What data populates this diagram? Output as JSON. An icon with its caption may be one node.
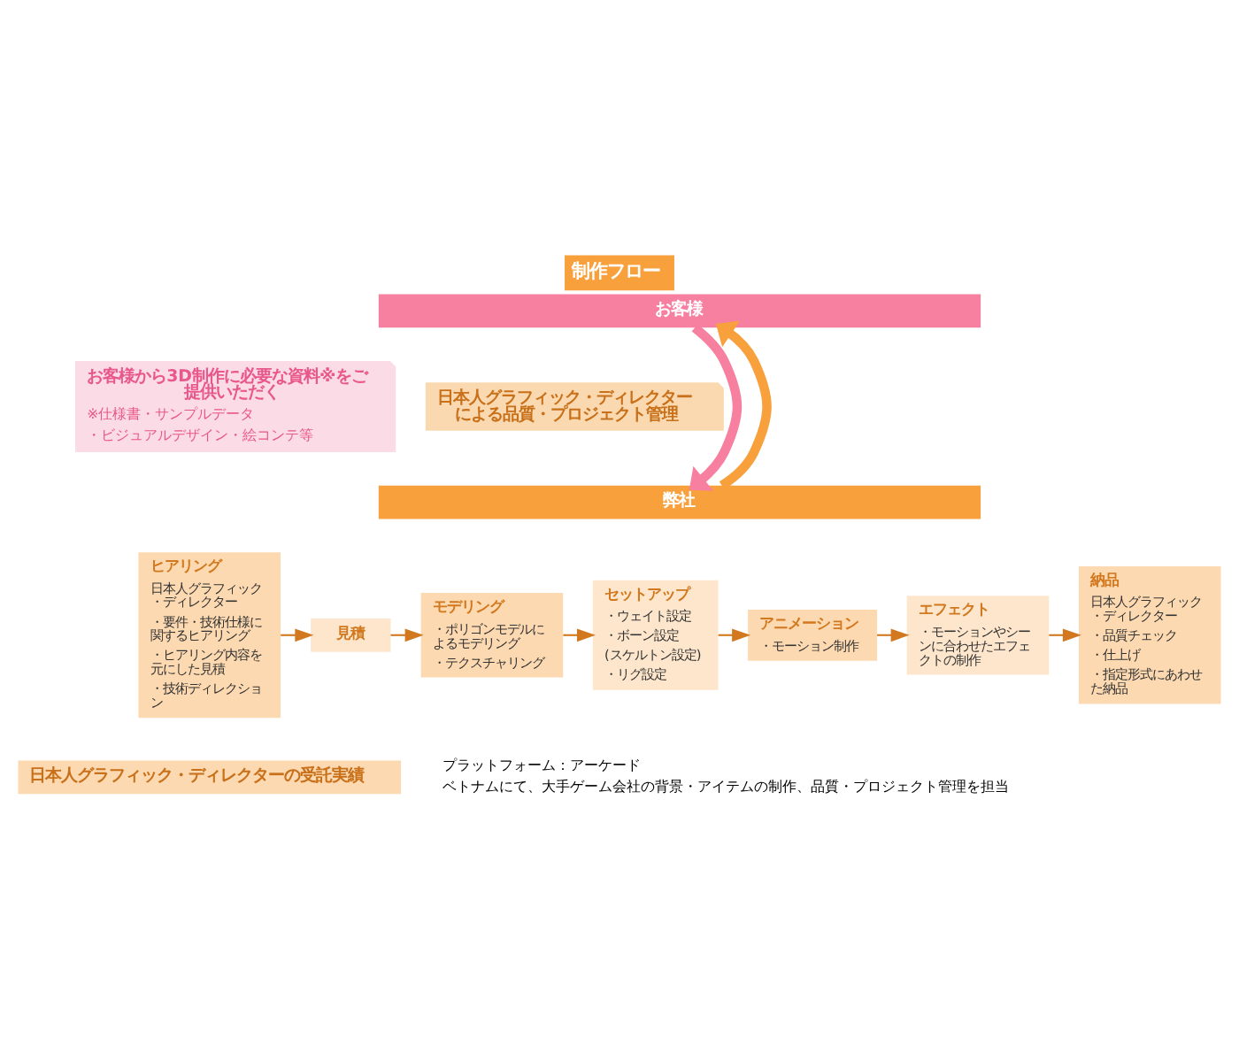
{
  "diagram": {
    "title": "制作フロー",
    "nodes": [
      {
        "text": [
          "お客様"
        ]
      },
      {
        "text": [
          "お客様から3D制作に必要な資料※をご提供いただく",
          "※仕様書・サンプルデータ",
          "・ビジュアルデザイン・絵コンテ等"
        ]
      },
      {
        "text": [
          "日本人グラフィック・ディレクターによる品質・プロジェクト管理"
        ]
      },
      {
        "text": [
          "弊社"
        ]
      },
      {
        "text": [
          "ヒアリング",
          "日本人グラフィック・ディレクター",
          "・要件・技術仕様に関するヒアリング",
          "・ヒアリング内容を元にした見積",
          "・技術ディレクション"
        ]
      },
      {
        "text": [
          "見積"
        ]
      },
      {
        "text": [
          "モデリング",
          "・ポリゴンモデルによるモデリング",
          "・テクスチャリング"
        ]
      },
      {
        "text": [
          "セットアップ",
          "・ウェイト設定",
          "・ボーン設定",
          "(スケルトン設定)",
          "・リグ設定"
        ]
      },
      {
        "text": [
          "アニメーション",
          "・モーション制作"
        ]
      },
      {
        "text": [
          "エフェクト",
          "・モーションやシーンに合わせたエフェクトの制作"
        ]
      },
      {
        "text": [
          "納品",
          "日本人グラフィック・ディレクター",
          "・品質チェック",
          "・仕上げ",
          "・指定形式にあわせた納品"
        ]
      },
      {
        "text": [
          "日本人グラフィック・ディレクターの受託実績"
        ],
        "beside": [
          "プラットフォーム：アーケード",
          "ベトナムにて、大手ゲーム会社の背景・アイテムの制作、品質・プロジェクト管理を担当"
        ]
      }
    ],
    "edges": [
      {
        "from": 0,
        "to": 3,
        "arrow": "to",
        "style": "thick",
        "color": "#f77fa0"
      },
      {
        "from": 3,
        "to": 0,
        "arrow": "to",
        "style": "thick",
        "color": "#f7a03c"
      },
      {
        "from": 4,
        "to": 5,
        "arrow": "to"
      },
      {
        "from": 5,
        "to": 6,
        "arrow": "to"
      },
      {
        "from": 6,
        "to": 7,
        "arrow": "to"
      },
      {
        "from": 7,
        "to": 8,
        "arrow": "to"
      },
      {
        "from": 8,
        "to": 9,
        "arrow": "to"
      },
      {
        "from": 9,
        "to": 10,
        "arrow": "to"
      }
    ]
  }
}
